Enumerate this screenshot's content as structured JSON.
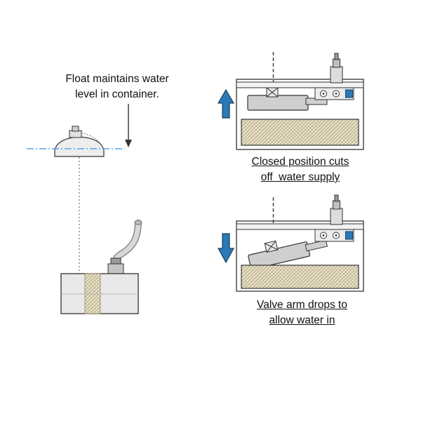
{
  "left": {
    "caption_line1": "Float maintains water",
    "caption_line2": "level in container."
  },
  "closed": {
    "caption_line1": "Closed position cuts",
    "caption_line2": "off  water supply"
  },
  "open": {
    "caption_line1": "Valve arm drops to",
    "caption_line2": "allow water in"
  },
  "colors": {
    "arrow_blue": "#2b7ab5",
    "valve_blue": "#2b7ab5",
    "water_line_blue": "#5aa2ee"
  }
}
